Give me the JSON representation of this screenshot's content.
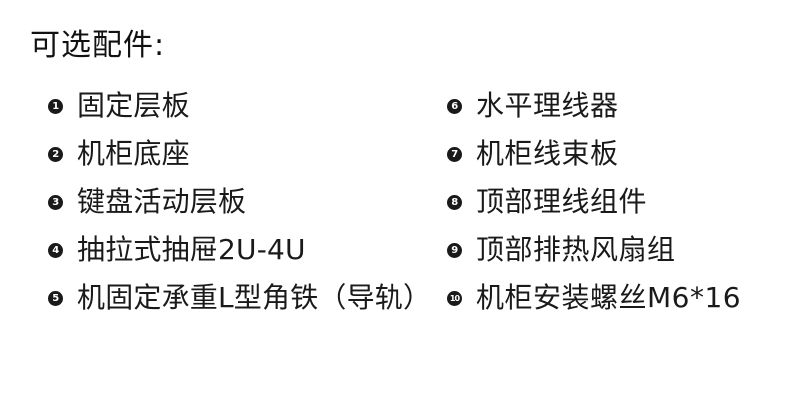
{
  "title": "可选配件:",
  "left_items": [
    {
      "num": "1",
      "label": "固定层板"
    },
    {
      "num": "2",
      "label": "机柜底座"
    },
    {
      "num": "3",
      "label": "键盘活动层板"
    },
    {
      "num": "4",
      "label": "抽拉式抽屉2U-4U"
    },
    {
      "num": "5",
      "label": "机固定承重L型角铁（导轨）"
    }
  ],
  "right_items": [
    {
      "num": "6",
      "label": "水平理线器"
    },
    {
      "num": "7",
      "label": "机柜线束板"
    },
    {
      "num": "8",
      "label": "顶部理线组件"
    },
    {
      "num": "9",
      "label": "顶部排热风扇组"
    },
    {
      "num": "10",
      "label": "机柜安装螺丝M6*16"
    }
  ]
}
